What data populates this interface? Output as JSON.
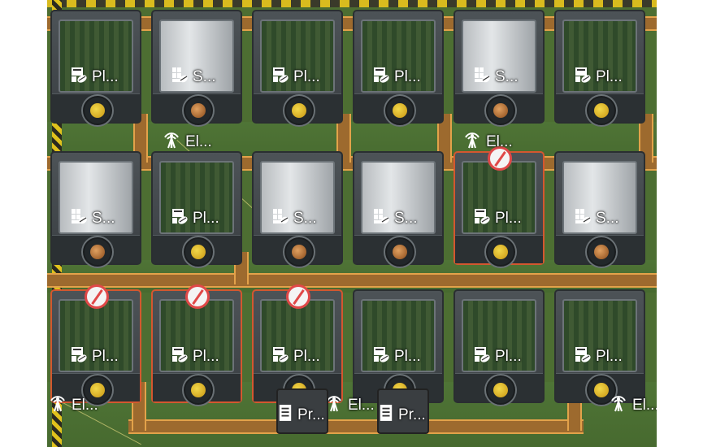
{
  "scene": "factorio-agricultural-block",
  "colors": {
    "grass": "#4d6e32",
    "belt": "#9d6a2e",
    "belt_edge": "#e3a24a",
    "building": "#3a3f43",
    "disabled_ring": "#e04848"
  },
  "buildings": [
    {
      "row": 0,
      "col": 0,
      "label": "Pl...",
      "icon": "plant-icon",
      "recipe": "yumako-fruit-icon",
      "disabled": false
    },
    {
      "row": 0,
      "col": 1,
      "label": "S...",
      "icon": "separator-icon",
      "recipe": "seed-icon",
      "disabled": false
    },
    {
      "row": 0,
      "col": 2,
      "label": "Pl...",
      "icon": "plant-icon",
      "recipe": "yumako-fruit-icon",
      "disabled": false
    },
    {
      "row": 0,
      "col": 3,
      "label": "Pl...",
      "icon": "plant-icon",
      "recipe": "yumako-fruit-icon",
      "disabled": false
    },
    {
      "row": 0,
      "col": 4,
      "label": "S...",
      "icon": "separator-icon",
      "recipe": "seed-icon",
      "disabled": false
    },
    {
      "row": 0,
      "col": 5,
      "label": "Pl...",
      "icon": "plant-icon",
      "recipe": "yumako-fruit-icon",
      "disabled": false
    },
    {
      "row": 1,
      "col": 0,
      "label": "S...",
      "icon": "separator-icon",
      "recipe": "seed-icon",
      "disabled": false
    },
    {
      "row": 1,
      "col": 1,
      "label": "Pl...",
      "icon": "plant-icon",
      "recipe": "yumako-fruit-icon",
      "disabled": false
    },
    {
      "row": 1,
      "col": 2,
      "label": "S...",
      "icon": "separator-icon",
      "recipe": "seed-icon",
      "disabled": false
    },
    {
      "row": 1,
      "col": 3,
      "label": "S...",
      "icon": "separator-icon",
      "recipe": "seed-icon",
      "disabled": false
    },
    {
      "row": 1,
      "col": 4,
      "label": "Pl...",
      "icon": "plant-icon",
      "recipe": "yumako-fruit-icon",
      "disabled": true
    },
    {
      "row": 1,
      "col": 5,
      "label": "S...",
      "icon": "separator-icon",
      "recipe": "seed-icon",
      "disabled": false
    },
    {
      "row": 2,
      "col": 0,
      "label": "Pl...",
      "icon": "plant-icon",
      "recipe": "yumako-fruit-icon",
      "disabled": true
    },
    {
      "row": 2,
      "col": 1,
      "label": "Pl...",
      "icon": "plant-icon",
      "recipe": "yumako-fruit-icon",
      "disabled": true
    },
    {
      "row": 2,
      "col": 2,
      "label": "Pl...",
      "icon": "plant-icon",
      "recipe": "yumako-fruit-icon",
      "disabled": true
    },
    {
      "row": 2,
      "col": 3,
      "label": "Pl...",
      "icon": "plant-icon",
      "recipe": "yumako-fruit-icon",
      "disabled": false
    },
    {
      "row": 2,
      "col": 4,
      "label": "Pl...",
      "icon": "plant-icon",
      "recipe": "yumako-fruit-icon",
      "disabled": false
    },
    {
      "row": 2,
      "col": 5,
      "label": "Pl...",
      "icon": "plant-icon",
      "recipe": "yumako-fruit-icon",
      "disabled": false
    }
  ],
  "poles": [
    {
      "id": "pole-1",
      "label": "El...",
      "icon": "electric-pole-icon"
    },
    {
      "id": "pole-2",
      "label": "El...",
      "icon": "electric-pole-icon"
    },
    {
      "id": "pole-3",
      "label": "El...",
      "icon": "electric-pole-icon"
    },
    {
      "id": "pole-4",
      "label": "El...",
      "icon": "electric-pole-icon"
    },
    {
      "id": "pole-5",
      "label": "El...",
      "icon": "electric-pole-icon"
    }
  ],
  "providers": [
    {
      "id": "provider-1",
      "label": "Pr...",
      "icon": "chest-icon"
    },
    {
      "id": "provider-2",
      "label": "Pr...",
      "icon": "chest-icon"
    }
  ]
}
